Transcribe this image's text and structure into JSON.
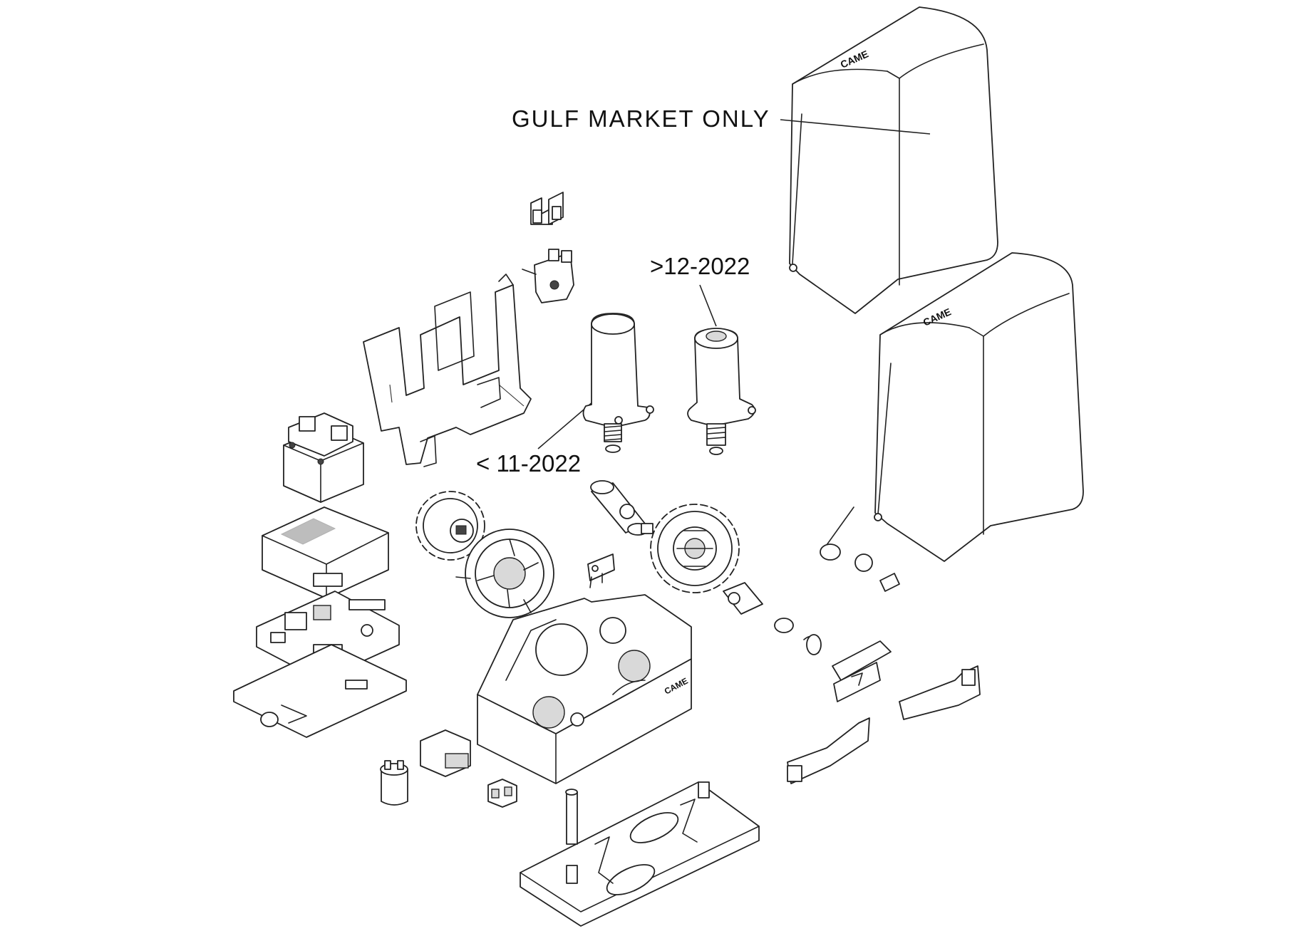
{
  "labels": {
    "gulf": "GULF MARKET ONLY",
    "newer": ">12-2022",
    "older": "< 11-2022"
  },
  "logo": "CAME",
  "colors": {
    "line": "#222222",
    "fill": "#ffffff",
    "shade": "#d9d9d9"
  }
}
